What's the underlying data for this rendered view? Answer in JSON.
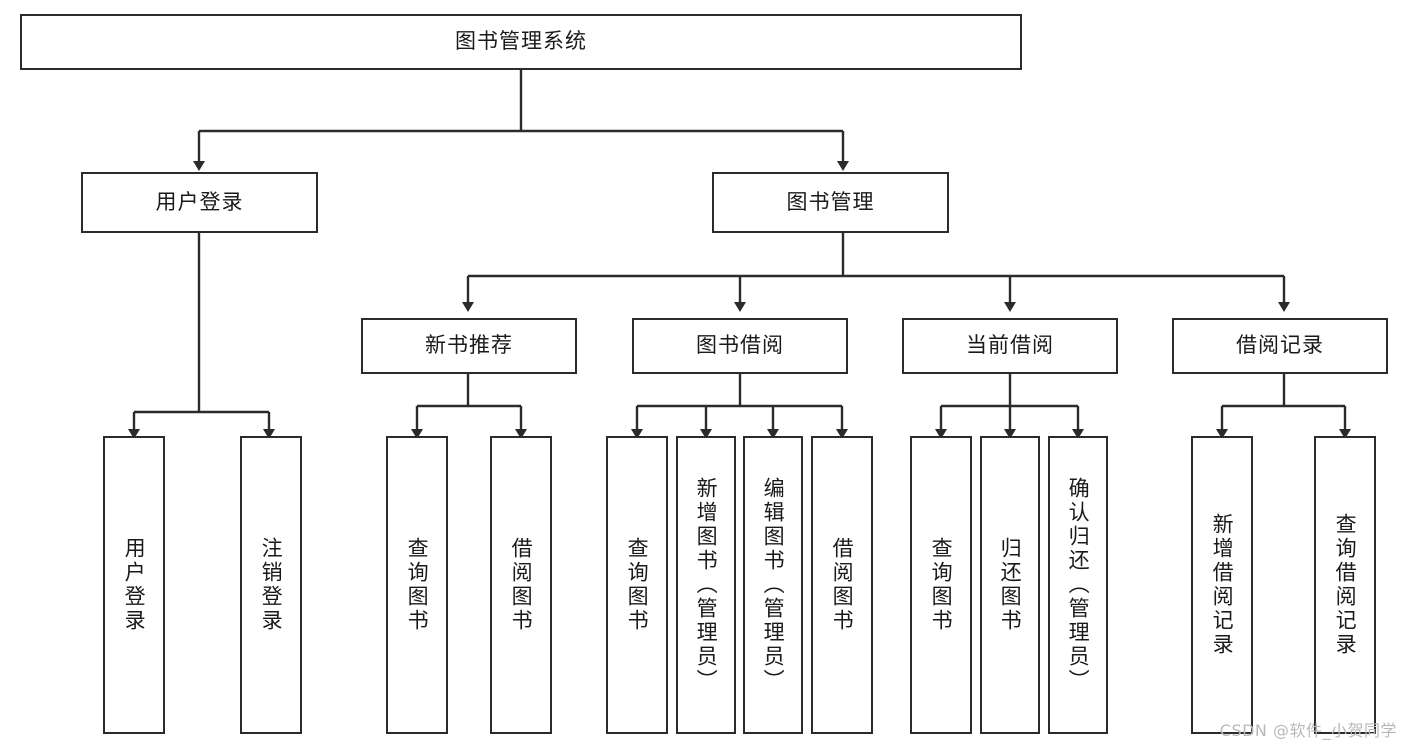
{
  "diagram": {
    "title": "图书管理系统",
    "type": "tree",
    "watermark": "CSDN @软件_小贺同学",
    "colors": {
      "box_border": "#2b2b2b",
      "box_fill": "#ffffff",
      "edge": "#2b2b2b",
      "text": "#1a1a1a",
      "watermark": "#b8b8b8"
    },
    "nodes": [
      {
        "id": "root",
        "label": "图书管理系统",
        "orientation": "horizontal",
        "level": 0
      },
      {
        "id": "login",
        "label": "用户登录",
        "orientation": "horizontal",
        "level": 1
      },
      {
        "id": "bookmgmt",
        "label": "图书管理",
        "orientation": "horizontal",
        "level": 1
      },
      {
        "id": "newbooks",
        "label": "新书推荐",
        "orientation": "horizontal",
        "level": 2
      },
      {
        "id": "borrowbook",
        "label": "图书借阅",
        "orientation": "horizontal",
        "level": 2
      },
      {
        "id": "current",
        "label": "当前借阅",
        "orientation": "horizontal",
        "level": 2
      },
      {
        "id": "records",
        "label": "借阅记录",
        "orientation": "horizontal",
        "level": 2
      },
      {
        "id": "userlogin",
        "label": "用户登录",
        "orientation": "vertical",
        "level": 2
      },
      {
        "id": "logout",
        "label": "注销登录",
        "orientation": "vertical",
        "level": 2
      },
      {
        "id": "q1",
        "label": "查询图书",
        "orientation": "vertical",
        "level": 3
      },
      {
        "id": "b1",
        "label": "借阅图书",
        "orientation": "vertical",
        "level": 3
      },
      {
        "id": "q2",
        "label": "查询图书",
        "orientation": "vertical",
        "level": 3
      },
      {
        "id": "add",
        "label": "新增图书（管理员）",
        "orientation": "vertical",
        "level": 3
      },
      {
        "id": "edit",
        "label": "编辑图书（管理员）",
        "orientation": "vertical",
        "level": 3
      },
      {
        "id": "b2",
        "label": "借阅图书",
        "orientation": "vertical",
        "level": 3
      },
      {
        "id": "q3",
        "label": "查询图书",
        "orientation": "vertical",
        "level": 3
      },
      {
        "id": "ret",
        "label": "归还图书",
        "orientation": "vertical",
        "level": 3
      },
      {
        "id": "confirm",
        "label": "确认归还（管理员）",
        "orientation": "vertical",
        "level": 3
      },
      {
        "id": "addrec",
        "label": "新增借阅记录",
        "orientation": "vertical",
        "level": 3
      },
      {
        "id": "qrec",
        "label": "查询借阅记录",
        "orientation": "vertical",
        "level": 3
      }
    ],
    "edges": [
      {
        "from": "root",
        "to": "login"
      },
      {
        "from": "root",
        "to": "bookmgmt"
      },
      {
        "from": "login",
        "to": "userlogin"
      },
      {
        "from": "login",
        "to": "logout"
      },
      {
        "from": "bookmgmt",
        "to": "newbooks"
      },
      {
        "from": "bookmgmt",
        "to": "borrowbook"
      },
      {
        "from": "bookmgmt",
        "to": "current"
      },
      {
        "from": "bookmgmt",
        "to": "records"
      },
      {
        "from": "newbooks",
        "to": "q1"
      },
      {
        "from": "newbooks",
        "to": "b1"
      },
      {
        "from": "borrowbook",
        "to": "q2"
      },
      {
        "from": "borrowbook",
        "to": "add"
      },
      {
        "from": "borrowbook",
        "to": "edit"
      },
      {
        "from": "borrowbook",
        "to": "b2"
      },
      {
        "from": "current",
        "to": "q3"
      },
      {
        "from": "current",
        "to": "ret"
      },
      {
        "from": "current",
        "to": "confirm"
      },
      {
        "from": "records",
        "to": "addrec"
      },
      {
        "from": "records",
        "to": "qrec"
      }
    ]
  }
}
